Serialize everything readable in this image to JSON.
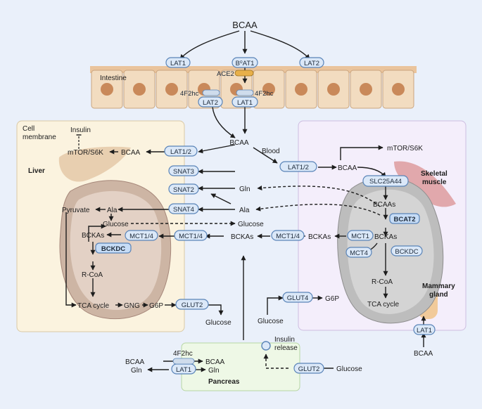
{
  "title": "BCAA",
  "intestine": {
    "label": "Intestine",
    "transporters": [
      "LAT1",
      "B⁰AT1",
      "LAT2",
      "ACE2",
      "4F2hc",
      "4F2hc",
      "LAT2",
      "LAT1"
    ]
  },
  "blood_label": "Blood",
  "liver": {
    "cell_membrane_label": "Cell\nmembrane",
    "organ_label": "Liver",
    "insulin": "Insulin",
    "mtor": "mTOR/S6K",
    "bcaa": "BCAA",
    "pyruvate": "Pyruvate",
    "ala": "Ala",
    "glucose": "Glucose",
    "bckas": "BCKAs",
    "bckdc": "BCKDC",
    "rcoa": "R-CoA",
    "tca": "TCA cycle",
    "gng": "GNG",
    "g6p": "G6P",
    "glut2": "GLUT2",
    "glucose_out": "Glucose",
    "mct14": "MCT1/4"
  },
  "center": {
    "lat12_left": "LAT1/2",
    "lat12_right": "LAT1/2",
    "bcaa": "BCAA",
    "snat3": "SNAT3",
    "snat2": "SNAT2",
    "snat4": "SNAT4",
    "gln": "Gln",
    "ala": "Ala",
    "glucose": "Glucose",
    "mct14": "MCT1/4",
    "bckas": "BCKAs",
    "mct14_right": "MCT1/4",
    "glut4": "GLUT4",
    "g6p": "G6P",
    "glucose_bottom": "Glucose"
  },
  "muscle": {
    "mtor": "mTOR/S6K",
    "bcaa": "BCAA",
    "organ_label": "Skeletal\nmuscle",
    "slc": "SLC25A44",
    "bcaas": "BCAAs",
    "bcat2": "BCAT2",
    "bckas": "BCKAs",
    "bckas_out": "BCKAs",
    "mct1": "MCT1",
    "mct4": "MCT4",
    "bckdc": "BCKDC",
    "rcoa": "R-CoA",
    "tca": "TCA cycle",
    "mammary": "Mammary\ngland",
    "lat1": "LAT1",
    "bcaa_bottom": "BCAA"
  },
  "pancreas": {
    "label": "Pancreas",
    "insulin_release": "Insulin\nrelease",
    "glut2": "GLUT2",
    "glucose": "Glucose",
    "f2hc": "4F2hc",
    "lat1": "LAT1",
    "bcaa_left": "BCAA",
    "gln_left": "Gln",
    "bcaa_right": "BCAA",
    "gln_right": "Gln"
  },
  "colors": {
    "background": "#eaf0fa",
    "liver_box": "#fbf3df",
    "muscle_box": "#f4eefb",
    "pancreas_box": "#eef8e6",
    "pill_fill": "#dbe8f8",
    "pill_stroke": "#5a84b8",
    "cell_fill": "#f2dcc0",
    "nucleus": "#c9895a",
    "mito_liver": "#ccb3a2",
    "mito_muscle": "#bdbdbd"
  }
}
